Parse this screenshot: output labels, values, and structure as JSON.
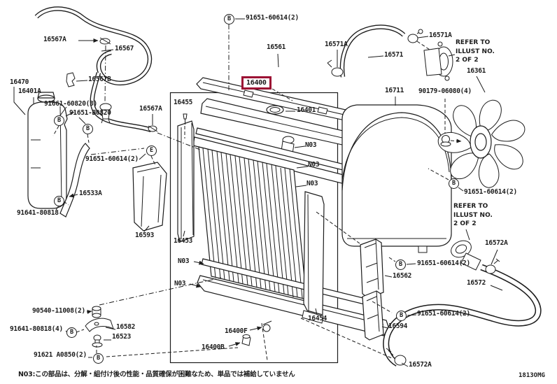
{
  "colors": {
    "highlight": "#9c1134",
    "ink": "#1c1c1c",
    "background": "#ffffff"
  },
  "diagram": {
    "doc_code": "1813OMG",
    "footnote": "N03:この部品は、分解・組付け後の性能・品質確保が困難なため、単品では補給していません",
    "refer_note": {
      "line1": "REFER TO",
      "line2": "ILLUST NO.",
      "line3": "2 OF 2"
    },
    "callout_b": "B",
    "callout_e": "E"
  },
  "labels": [
    {
      "id": "clamp-16567a-top",
      "text": "16567A"
    },
    {
      "id": "hose-16567",
      "text": "16567"
    },
    {
      "id": "reservoir-16470",
      "text": "16470"
    },
    {
      "id": "reservoir-cap-16401a",
      "text": "16401A"
    },
    {
      "id": "bolt-91661-60820",
      "text": "91661-60820(3)"
    },
    {
      "id": "bolt-91651-b0820",
      "text": "91651-B0820"
    },
    {
      "id": "clip-16567b",
      "text": "16567B"
    },
    {
      "id": "clamp-16567a-mid",
      "text": "16567A"
    },
    {
      "id": "bolt-91651-60614-deflector",
      "text": "91651-60614(2)"
    },
    {
      "id": "pipe-16533a",
      "text": "16533A"
    },
    {
      "id": "bolt-91641-80818",
      "text": "91641-80818"
    },
    {
      "id": "deflector-16593",
      "text": "16593"
    },
    {
      "id": "bolt-91651-60614-support",
      "text": "91651-60614(2)"
    },
    {
      "id": "support-16561",
      "text": "16561"
    },
    {
      "id": "radiator-16400",
      "text": "16400",
      "highlighted": true
    },
    {
      "id": "pin-16455",
      "text": "16455"
    },
    {
      "id": "cap-16401",
      "text": "16401"
    },
    {
      "id": "seal-n03-a",
      "text": "N03"
    },
    {
      "id": "seal-n03-b",
      "text": "N03"
    },
    {
      "id": "seal-n03-c",
      "text": "N03"
    },
    {
      "id": "clamp-16571a-left",
      "text": "16571A"
    },
    {
      "id": "hose-16571",
      "text": "16571"
    },
    {
      "id": "clamp-16571a-right",
      "text": "16571A"
    },
    {
      "id": "fan-16361",
      "text": "16361"
    },
    {
      "id": "shroud-16711",
      "text": "16711"
    },
    {
      "id": "bolt-90179-06080",
      "text": "90179-06080(4)"
    },
    {
      "id": "bolt-91651-60614-fan",
      "text": "91651-60614(2)"
    },
    {
      "id": "clamp-16572a-upper",
      "text": "16572A"
    },
    {
      "id": "bolt-91651-60614-16562",
      "text": "91651-60614(2)"
    },
    {
      "id": "plate-16562",
      "text": "16562"
    },
    {
      "id": "hose-16572",
      "text": "16572"
    },
    {
      "id": "bolt-91651-60614-16594",
      "text": "91651-60614(2)"
    },
    {
      "id": "plate-16594",
      "text": "16594"
    },
    {
      "id": "clamp-16572a-lower",
      "text": "16572A"
    },
    {
      "id": "bracket-16453",
      "text": "16453"
    },
    {
      "id": "seal-n03-d",
      "text": "N03"
    },
    {
      "id": "seal-n03-e",
      "text": "N03"
    },
    {
      "id": "cock-16400f",
      "text": "16400F"
    },
    {
      "id": "plug-16400b",
      "text": "16400B"
    },
    {
      "id": "bracket-16454",
      "text": "16454"
    },
    {
      "id": "bolt-90540-11008",
      "text": "90540-11008(2)"
    },
    {
      "id": "bracket-16582",
      "text": "16582"
    },
    {
      "id": "bolt-91641-80818-4",
      "text": "91641-80818(4)"
    },
    {
      "id": "grommet-16523",
      "text": "16523"
    },
    {
      "id": "bolt-91621-a0850",
      "text": "91621 A0850(2)"
    }
  ]
}
